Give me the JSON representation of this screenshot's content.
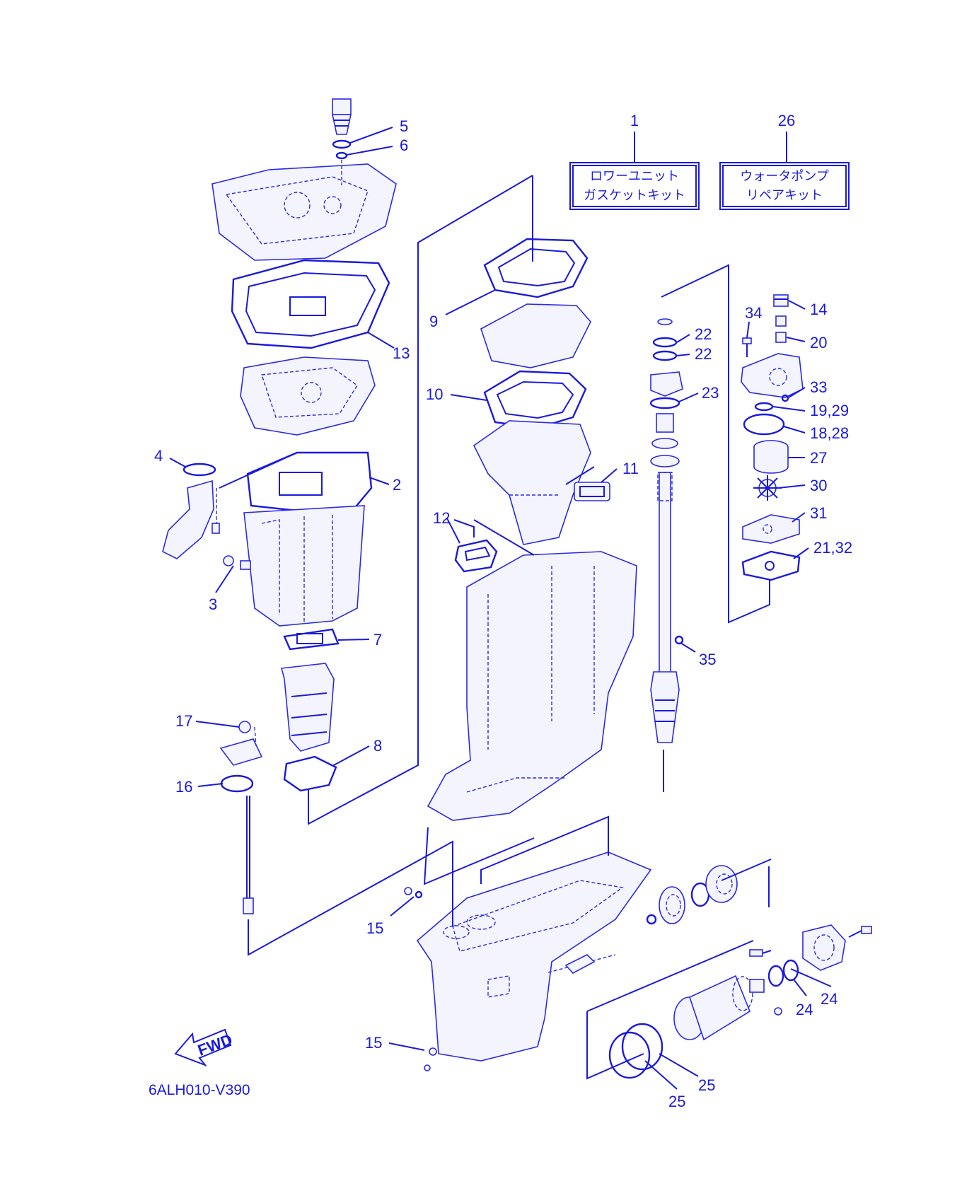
{
  "diagram": {
    "callouts": [
      {
        "id": "c1",
        "text": "1"
      },
      {
        "id": "c26",
        "text": "26"
      },
      {
        "id": "c5",
        "text": "5"
      },
      {
        "id": "c6",
        "text": "6"
      },
      {
        "id": "c9",
        "text": "9"
      },
      {
        "id": "c13",
        "text": "13"
      },
      {
        "id": "c10",
        "text": "10"
      },
      {
        "id": "c4",
        "text": "4"
      },
      {
        "id": "c2",
        "text": "2"
      },
      {
        "id": "c11",
        "text": "11"
      },
      {
        "id": "c12",
        "text": "12"
      },
      {
        "id": "c3",
        "text": "3"
      },
      {
        "id": "c7",
        "text": "7"
      },
      {
        "id": "c17",
        "text": "17"
      },
      {
        "id": "c8",
        "text": "8"
      },
      {
        "id": "c16",
        "text": "16"
      },
      {
        "id": "c15a",
        "text": "15"
      },
      {
        "id": "c15b",
        "text": "15"
      },
      {
        "id": "c34",
        "text": "34"
      },
      {
        "id": "c14",
        "text": "14"
      },
      {
        "id": "c22a",
        "text": "22"
      },
      {
        "id": "c22b",
        "text": "22"
      },
      {
        "id": "c20",
        "text": "20"
      },
      {
        "id": "c23",
        "text": "23"
      },
      {
        "id": "c33",
        "text": "33"
      },
      {
        "id": "c1929",
        "text": "19,29"
      },
      {
        "id": "c1828",
        "text": "18,28"
      },
      {
        "id": "c27",
        "text": "27"
      },
      {
        "id": "c30",
        "text": "30"
      },
      {
        "id": "c31",
        "text": "31"
      },
      {
        "id": "c2132",
        "text": "21,32"
      },
      {
        "id": "c35",
        "text": "35"
      },
      {
        "id": "c24a",
        "text": "24"
      },
      {
        "id": "c24b",
        "text": "24"
      },
      {
        "id": "c25a",
        "text": "25"
      },
      {
        "id": "c25b",
        "text": "25"
      }
    ],
    "kits": [
      {
        "id": "kit1",
        "line1": "ロワーユニット",
        "line2": "ガスケットキット"
      },
      {
        "id": "kit26",
        "line1": "ウォータポンプ",
        "line2": "リペアキット"
      }
    ],
    "fwd_label": "FWD",
    "drawing_code": "6ALH010-V390"
  },
  "colors": {
    "ink": "#1a1adc",
    "part_fill": "#f4f4ff",
    "background": "#ffffff"
  },
  "icons": {
    "fwd": "fwd-arrow-icon"
  }
}
